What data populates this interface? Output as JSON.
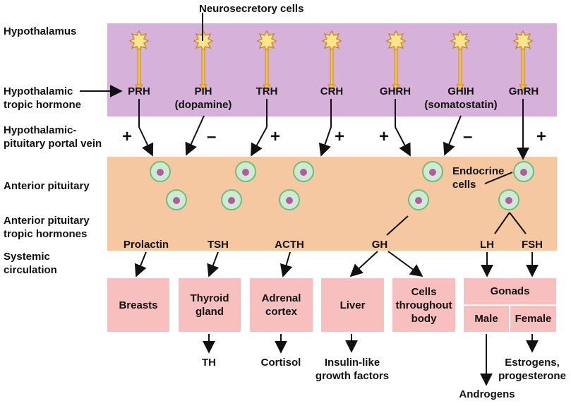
{
  "top_label": "Neurosecretory cells",
  "left_labels": {
    "hypothalamus": "Hypothalamus",
    "hyp_tropic_1": "Hypothalamic",
    "hyp_tropic_2": "tropic hormone",
    "portal_1": "Hypothalamic-",
    "portal_2": "pituitary portal vein",
    "anterior": "Anterior pituitary",
    "ant_tropic_1": "Anterior pituitary",
    "ant_tropic_2": "tropic hormones",
    "systemic_1": "Systemic",
    "systemic_2": "circulation"
  },
  "hypothalamic_hormones": [
    {
      "name": "PRH",
      "sub": ""
    },
    {
      "name": "PIH",
      "sub": "(dopamine)"
    },
    {
      "name": "TRH",
      "sub": ""
    },
    {
      "name": "CRH",
      "sub": ""
    },
    {
      "name": "GHRH",
      "sub": ""
    },
    {
      "name": "GHIH",
      "sub": "(somatostatin)"
    },
    {
      "name": "GnRH",
      "sub": ""
    }
  ],
  "signs": [
    "+",
    "–",
    "+",
    "+",
    "+",
    "–",
    "+"
  ],
  "endocrine_label_1": "Endocrine",
  "endocrine_label_2": "cells",
  "pituitary_hormones": [
    "Prolactin",
    "TSH",
    "ACTH",
    "GH",
    "LH",
    "FSH"
  ],
  "targets": {
    "breasts": "Breasts",
    "thyroid_1": "Thyroid",
    "thyroid_2": "gland",
    "adrenal_1": "Adrenal",
    "adrenal_2": "cortex",
    "liver": "Liver",
    "cells_1": "Cells",
    "cells_2": "throughout",
    "cells_3": "body",
    "gonads": "Gonads",
    "male": "Male",
    "female": "Female"
  },
  "products": {
    "th": "TH",
    "cortisol": "Cortisol",
    "igf_1": "Insulin-like",
    "igf_2": "growth factors",
    "estrogens_1": "Estrogens,",
    "estrogens_2": "progesterone",
    "androgens": "Androgens"
  },
  "colors": {
    "hypothalamus_band": "#d6b2da",
    "pituitary_band": "#f6c8a1",
    "target_box": "#f7bfbd",
    "cell_fill": "#cdebd3",
    "cell_nucleus": "#b35c9f",
    "neuron_fill": "#fde58a"
  }
}
